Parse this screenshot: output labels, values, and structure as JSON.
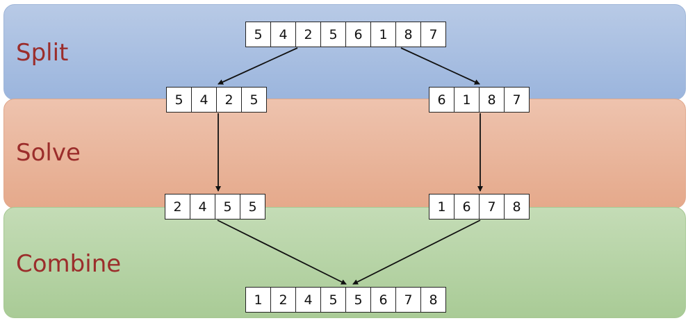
{
  "stages": {
    "split": "Split",
    "solve": "Solve",
    "combine": "Combine"
  },
  "arrays": {
    "input": [
      "5",
      "4",
      "2",
      "5",
      "6",
      "1",
      "8",
      "7"
    ],
    "left_half": [
      "5",
      "4",
      "2",
      "5"
    ],
    "right_half": [
      "6",
      "1",
      "8",
      "7"
    ],
    "left_sorted": [
      "2",
      "4",
      "5",
      "5"
    ],
    "right_sorted": [
      "1",
      "6",
      "7",
      "8"
    ],
    "merged": [
      "1",
      "2",
      "4",
      "5",
      "5",
      "6",
      "7",
      "8"
    ]
  },
  "colors": {
    "split_band": "#a9bfe2",
    "solve_band": "#e9b59c",
    "combine_band": "#b5d3a5",
    "label_text": "#9b2d2b"
  }
}
